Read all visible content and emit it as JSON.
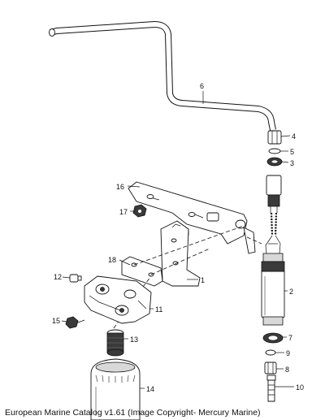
{
  "caption": "European Marine Catalog v1.61 (Image Copyright- Mercury Marine)",
  "callouts": [
    {
      "id": "p1",
      "label": "1"
    },
    {
      "id": "p2",
      "label": "2"
    },
    {
      "id": "p3",
      "label": "3"
    },
    {
      "id": "p4",
      "label": "4"
    },
    {
      "id": "p5",
      "label": "5"
    },
    {
      "id": "p6",
      "label": "6"
    },
    {
      "id": "p7",
      "label": "7"
    },
    {
      "id": "p8",
      "label": "8"
    },
    {
      "id": "p9",
      "label": "9"
    },
    {
      "id": "p10",
      "label": "10"
    },
    {
      "id": "p11",
      "label": "11"
    },
    {
      "id": "p12",
      "label": "12"
    },
    {
      "id": "p13",
      "label": "13"
    },
    {
      "id": "p14",
      "label": "14"
    },
    {
      "id": "p15",
      "label": "15"
    },
    {
      "id": "p16",
      "label": "16"
    },
    {
      "id": "p17",
      "label": "17"
    },
    {
      "id": "p18",
      "label": "18"
    }
  ]
}
